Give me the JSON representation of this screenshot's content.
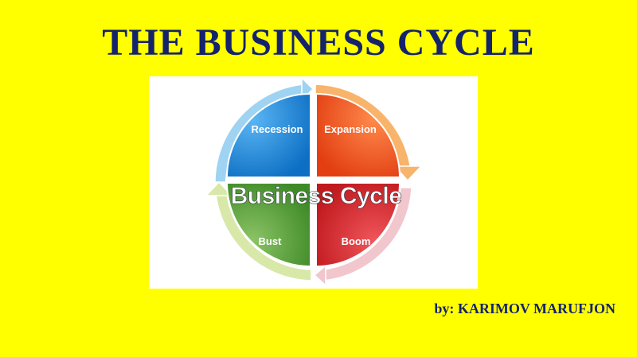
{
  "slide": {
    "title": "THE BUSINESS CYCLE",
    "author": "by: KARIMOV MARUFJON"
  },
  "diagram": {
    "center_label": "Business Cycle",
    "quadrants": [
      {
        "key": "recession",
        "label": "Recession",
        "color": "#1E88E5"
      },
      {
        "key": "expansion",
        "label": "Expansion",
        "color": "#F4511E"
      },
      {
        "key": "boom",
        "label": "Boom",
        "color": "#E53935"
      },
      {
        "key": "bust",
        "label": "Bust",
        "color": "#5E9E3A"
      }
    ],
    "arrow_colors": {
      "top_left": "#9FD3F2",
      "top_right": "#F7B46A",
      "bottom_right": "#F1C6CC",
      "bottom_left": "#D8E8A8"
    }
  },
  "colors": {
    "background": "#FFFF00",
    "title": "#14236B"
  }
}
